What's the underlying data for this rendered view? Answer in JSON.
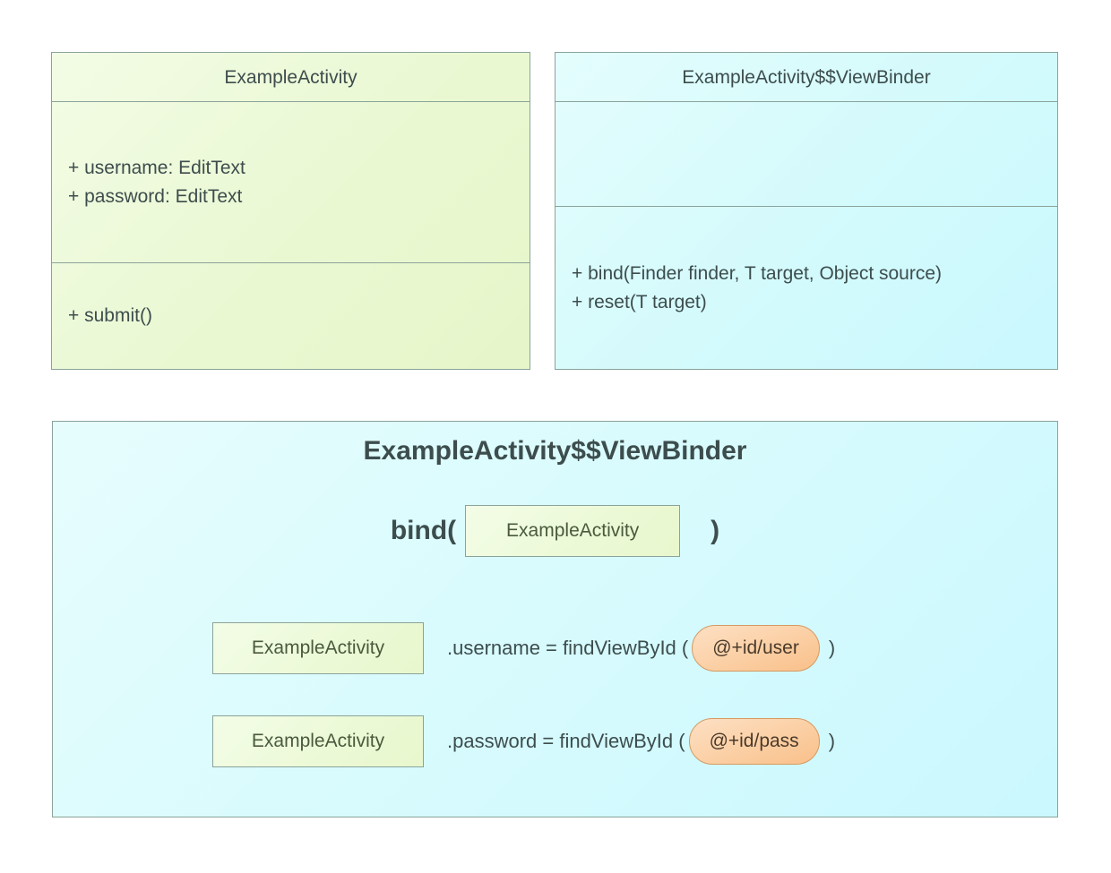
{
  "diagram": {
    "classes": [
      {
        "name": "ExampleActivity",
        "attributes": [
          "+ username: EditText",
          "+ password: EditText"
        ],
        "operations": [
          "+ submit()"
        ],
        "fill": "#eaf8d2",
        "stroke": "#8aa39a"
      },
      {
        "name": "ExampleActivity$$ViewBinder",
        "attributes": [],
        "operations": [
          "+ bind(Finder finder, T target, Object source)",
          "+ reset(T target)"
        ],
        "fill": "#d3fafc",
        "stroke": "#8aa39a"
      }
    ],
    "detail_panel": {
      "title": "ExampleActivity$$ViewBinder",
      "bind_open": "bind(",
      "bind_close": ")",
      "bind_target": "ExampleActivity",
      "assignments": [
        {
          "target": "ExampleActivity",
          "expression": ".username = findViewById (",
          "resource_id": "@+id/user",
          "close_paren": ")"
        },
        {
          "target": "ExampleActivity",
          "expression": ".password = findViewById (",
          "resource_id": "@+id/pass",
          "close_paren": ")"
        }
      ],
      "fill": "#d9fbfd",
      "pill_fill": "#fbcfa4",
      "chip_fill": "#ecf9d6"
    }
  }
}
